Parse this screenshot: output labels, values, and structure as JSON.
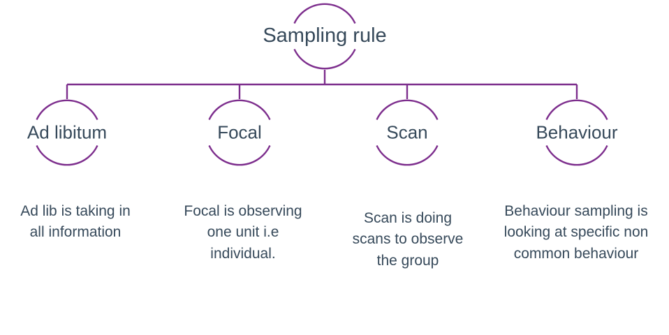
{
  "diagram": {
    "title": "Sampling rule",
    "type": "tree",
    "background_color": "#ffffff",
    "line_color": "#7d2e8d",
    "text_color": "#36495a",
    "root": {
      "label": "Sampling rule",
      "shape": "circle"
    },
    "children": [
      {
        "label": "Ad libitum",
        "shape": "circle",
        "description": "Ad lib is taking in all information"
      },
      {
        "label": "Focal",
        "shape": "circle",
        "description": "Focal is observing one unit i.e individual."
      },
      {
        "label": "Scan",
        "shape": "circle",
        "description": "Scan is doing scans to observe the group"
      },
      {
        "label": "Behaviour",
        "shape": "circle",
        "description": "Behaviour sampling is looking at specific non common behaviour"
      }
    ]
  }
}
